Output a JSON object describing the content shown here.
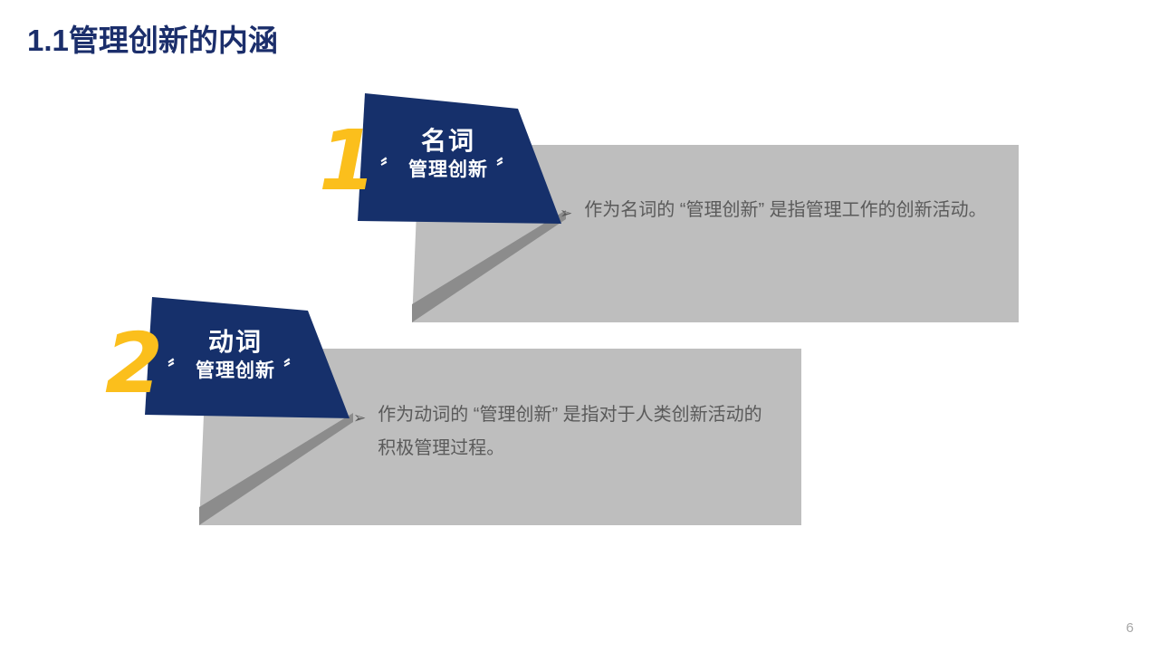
{
  "slide": {
    "title": "1.1管理创新的内涵",
    "page_number": "6",
    "colors": {
      "navy": "#16306B",
      "yellow": "#FBBF1C",
      "grey_panel": "#BEBEBE",
      "grey_shadow": "#8C8C8C",
      "body_text": "#5A5A5A",
      "title_text": "#1B2E6B",
      "page_number_text": "#A6A6A6"
    }
  },
  "cards": [
    {
      "number": "1",
      "heading": "名词",
      "subheading": "管理创新",
      "quote_open": "〞",
      "quote_close": "〞",
      "bullet_icon": "➢",
      "body": "作为名词的 “管理创新” 是指管理工作的创新活动。"
    },
    {
      "number": "2",
      "heading": "动词",
      "subheading": "管理创新",
      "quote_open": "〞",
      "quote_close": "〞",
      "bullet_icon": "➢",
      "body": "作为动词的 “管理创新” 是指对于人类创新活动的积极管理过程。"
    }
  ]
}
